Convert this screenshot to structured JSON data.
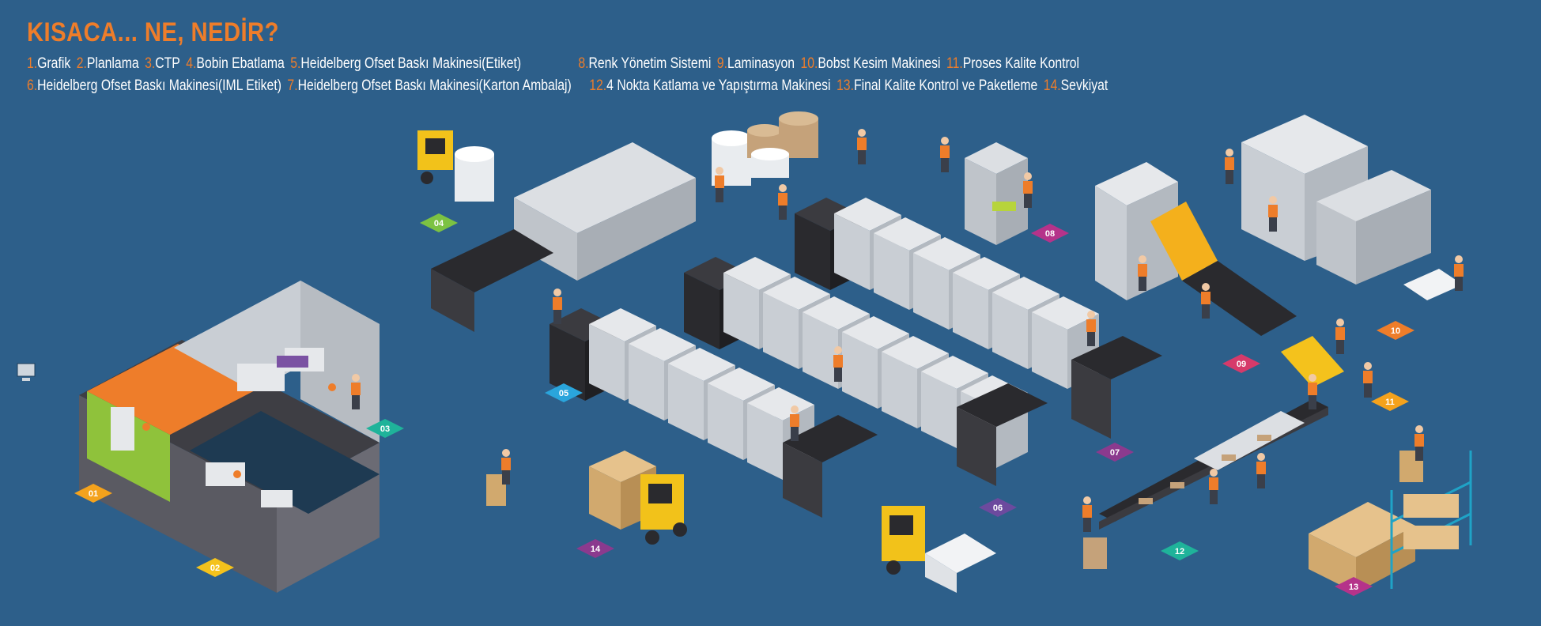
{
  "title": "KISACA... NE, NEDİR?",
  "legend": [
    {
      "num": "1.",
      "label": "Grafik",
      "row": 1
    },
    {
      "num": "2.",
      "label": "Planlama",
      "row": 1
    },
    {
      "num": "3.",
      "label": "CTP",
      "row": 1
    },
    {
      "num": "4.",
      "label": "Bobin Ebatlama",
      "row": 1
    },
    {
      "num": "5.",
      "label": "Heidelberg Ofset Baskı Makinesi(Etiket)",
      "row": 1
    },
    {
      "num": "8.",
      "label": "Renk Yönetim Sistemi",
      "row": 1
    },
    {
      "num": "9.",
      "label": "Laminasyon",
      "row": 1
    },
    {
      "num": "10.",
      "label": "Bobst Kesim Makinesi",
      "row": 1
    },
    {
      "num": "11.",
      "label": "Proses Kalite Kontrol",
      "row": 1
    },
    {
      "num": "6.",
      "label": "Heidelberg Ofset Baskı Makinesi(IML Etiket)",
      "row": 2
    },
    {
      "num": "7.",
      "label": "Heidelberg Ofset Baskı Makinesi(Karton Ambalaj)",
      "row": 2
    },
    {
      "num": "12.",
      "label": "4 Nokta Katlama ve Yapıştırma Makinesi",
      "row": 2
    },
    {
      "num": "13.",
      "label": "Final Kalite Kontrol ve Paketleme",
      "row": 2
    },
    {
      "num": "14.",
      "label": "Sevkiyat",
      "row": 2
    }
  ],
  "badges": [
    {
      "text": "01",
      "color": "#f4a21c"
    },
    {
      "text": "02",
      "color": "#f4c21c"
    },
    {
      "text": "03",
      "color": "#1fb39a"
    },
    {
      "text": "04",
      "color": "#7cc242"
    },
    {
      "text": "05",
      "color": "#2aa5dc"
    },
    {
      "text": "06",
      "color": "#6c4a9e"
    },
    {
      "text": "07",
      "color": "#8b3a8e"
    },
    {
      "text": "08",
      "color": "#b5338a"
    },
    {
      "text": "09",
      "color": "#d63a6a"
    },
    {
      "text": "10",
      "color": "#ee7d2a"
    },
    {
      "text": "11",
      "color": "#f4a21c"
    },
    {
      "text": "12",
      "color": "#1fb39a"
    },
    {
      "text": "13",
      "color": "#b5338a"
    },
    {
      "text": "14",
      "color": "#8b3a8e"
    }
  ],
  "colors": {
    "background": "#2d5f8a",
    "accent": "#ee7d2a",
    "machine_light": "#dcdfe3",
    "machine_dark": "#2a2a2e",
    "forklift": "#f2c21a"
  }
}
